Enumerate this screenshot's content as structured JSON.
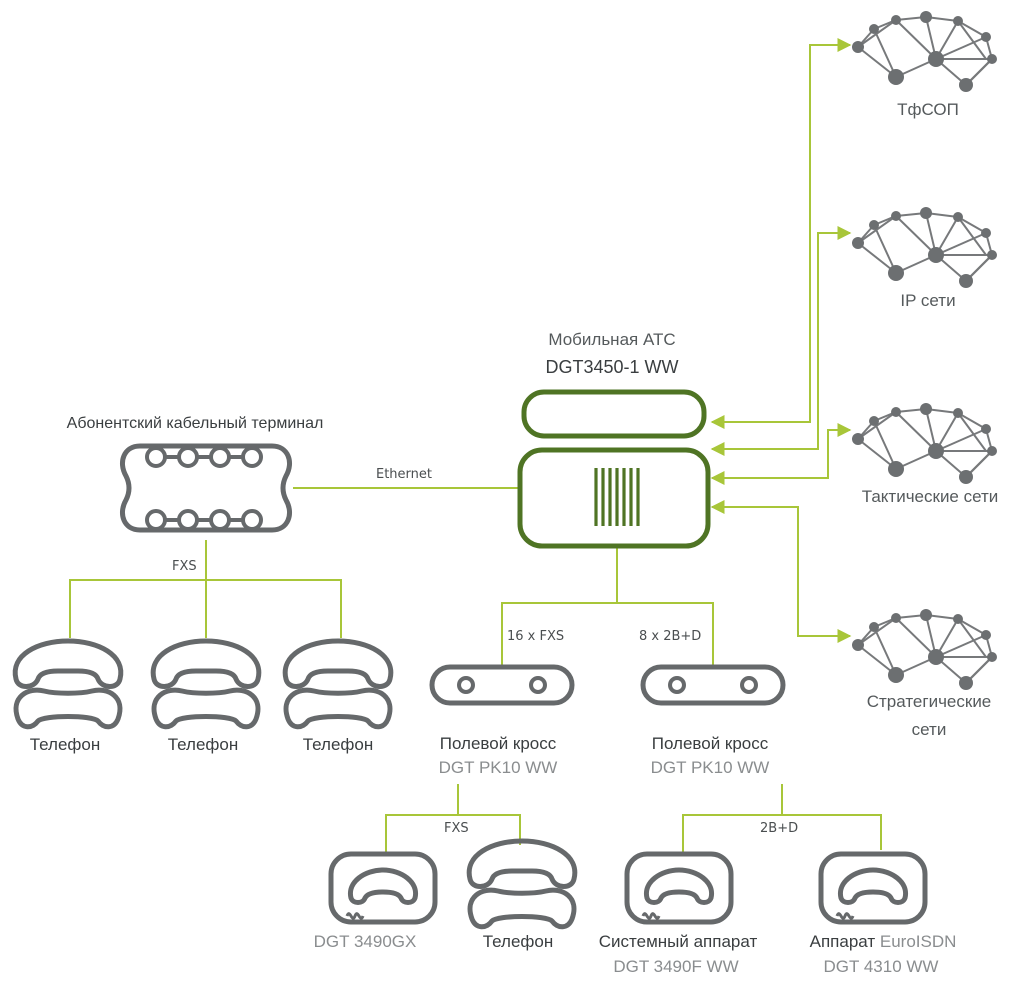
{
  "pbx": {
    "title": "Мобильная АТС",
    "model": "DGT3450-1 WW"
  },
  "terminal": {
    "title": "Абонентский кабельный терминал"
  },
  "links": {
    "ethernet": "Ethernet",
    "fxs_terminal": "FXS",
    "fxs_16": "16 x FXS",
    "isdn_8": "8 x 2B+D",
    "fxs_cross": "FXS",
    "isdn_cross": "2B+D"
  },
  "phones": [
    {
      "label": "Телефон"
    },
    {
      "label": "Телефон"
    },
    {
      "label": "Телефон"
    }
  ],
  "crosses": [
    {
      "title": "Полевой кросс",
      "model": "DGT PK10 WW"
    },
    {
      "title": "Полевой кросс",
      "model": "DGT PK10 WW"
    }
  ],
  "devices": [
    {
      "title": "DGT 3490GX",
      "model": ""
    },
    {
      "title": "Телефон",
      "model": ""
    },
    {
      "title": "Системный аппарат",
      "model": "DGT 3490F WW"
    },
    {
      "title_prefix": "Аппарат",
      "title_suffix": "EuroISDN",
      "model": "DGT 4310 WW"
    }
  ],
  "networks": [
    {
      "label": "ТфСОП"
    },
    {
      "label": "IP сети"
    },
    {
      "label": "Тактические сети"
    },
    {
      "label_line1": "Стратегические",
      "label_line2": "сети"
    }
  ],
  "colors": {
    "link": "#a8c639",
    "pbx": "#4f7424",
    "device": "#66696b"
  }
}
